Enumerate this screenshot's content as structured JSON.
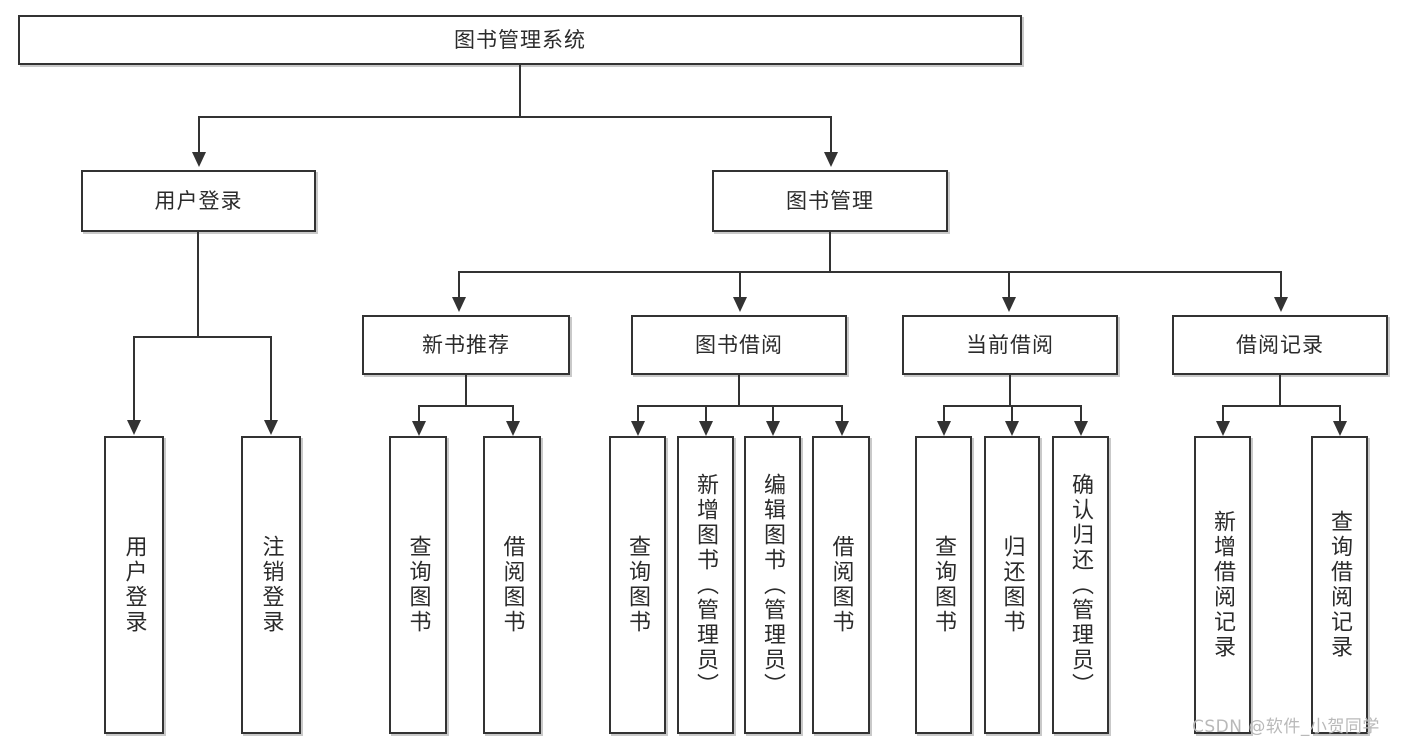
{
  "diagram": {
    "type": "tree",
    "title": "图书管理系统",
    "watermark": "CSDN @软件_小贺同学",
    "colors": {
      "border": "#333333",
      "background": "#ffffff",
      "text": "#2b2b2b",
      "shadow": "#c9c9c9",
      "watermark": "#b9b9b9"
    },
    "nodes": {
      "root": {
        "label": "图书管理系统"
      },
      "level2": [
        {
          "label": "用户登录"
        },
        {
          "label": "图书管理"
        }
      ],
      "level3": [
        {
          "label": "新书推荐"
        },
        {
          "label": "图书借阅"
        },
        {
          "label": "当前借阅"
        },
        {
          "label": "借阅记录"
        }
      ],
      "leaves": {
        "user_login": [
          {
            "label": "用户登录"
          },
          {
            "label": "注销登录"
          }
        ],
        "new_book": [
          {
            "label": "查询图书"
          },
          {
            "label": "借阅图书"
          }
        ],
        "book_borrow": [
          {
            "label": "查询图书"
          },
          {
            "label": "新增图书（管理员）"
          },
          {
            "label": "编辑图书（管理员）"
          },
          {
            "label": "借阅图书"
          }
        ],
        "current_borrow": [
          {
            "label": "查询图书"
          },
          {
            "label": "归还图书"
          },
          {
            "label": "确认归还（管理员）"
          }
        ],
        "borrow_record": [
          {
            "label": "新增借阅记录"
          },
          {
            "label": "查询借阅记录"
          }
        ]
      }
    }
  }
}
